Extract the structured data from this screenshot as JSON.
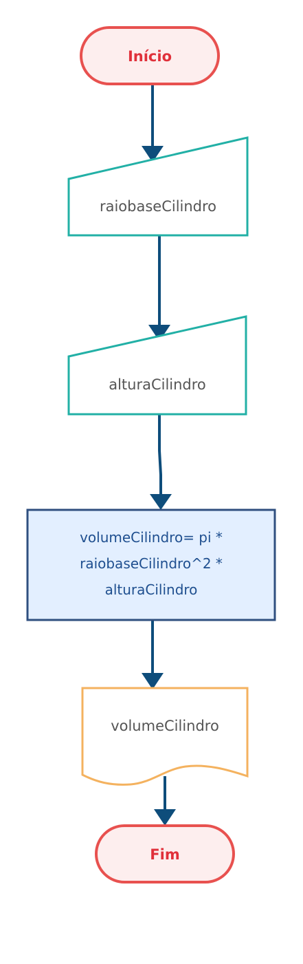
{
  "colors": {
    "terminal_stroke": "#e8514f",
    "terminal_fill": "#fdeeee",
    "terminal_text": "#e0303a",
    "input_stroke": "#22b0a6",
    "input_text": "#555555",
    "process_stroke": "#2f4f7f",
    "process_fill": "#e3efff",
    "process_text": "#1f4f8f",
    "output_stroke": "#f4b25f",
    "output_text": "#555555",
    "connector": "#0e4d7b"
  },
  "flowchart": {
    "start": {
      "label": "Início",
      "shape": "terminal"
    },
    "input_1": {
      "label": "raiobaseCilindro",
      "shape": "manual-input"
    },
    "input_2": {
      "label": "alturaCilindro",
      "shape": "manual-input"
    },
    "process": {
      "shape": "process",
      "lines": [
        "volumeCilindro= pi *",
        "raiobaseCilindro^2 *",
        "alturaCilindro"
      ]
    },
    "output": {
      "label": "volumeCilindro",
      "shape": "document"
    },
    "end": {
      "label": "Fim",
      "shape": "terminal"
    }
  }
}
